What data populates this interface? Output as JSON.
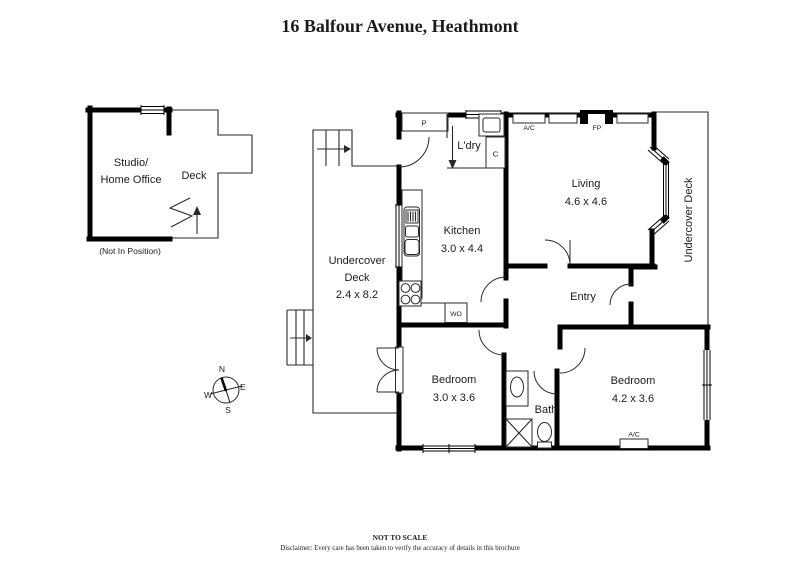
{
  "title": "16 Balfour Avenue, Heathmont",
  "studio": {
    "line1": "Studio/",
    "line2": "Home Office",
    "deck": "Deck",
    "note": "(Not In Position)"
  },
  "compass": {
    "n": "N",
    "e": "E",
    "w": "W",
    "s": "S"
  },
  "rooms": {
    "deck_west": {
      "line1": "Undercover",
      "line2": "Deck",
      "dims": "2.4 x 8.2"
    },
    "deck_east": {
      "label": "Undercover Deck"
    },
    "kitchen": {
      "label": "Kitchen",
      "dims": "3.0 x 4.4"
    },
    "laundry": {
      "label": "L'dry"
    },
    "living": {
      "label": "Living",
      "dims": "4.6 x 4.6"
    },
    "entry": {
      "label": "Entry"
    },
    "bedroom1": {
      "label": "Bedroom",
      "dims": "3.0 x 3.6"
    },
    "bedroom2": {
      "label": "Bedroom",
      "dims": "4.2 x 3.6"
    },
    "bath": {
      "label": "Bath"
    }
  },
  "fixtures": {
    "pantry": "P",
    "closet": "C",
    "wall_oven": "WO",
    "ac_living": "A/C",
    "ac_bedroom": "A/C",
    "fireplace": "FP"
  },
  "footer": {
    "scale_note": "NOT TO SCALE",
    "disclaimer": "Disclaimer: Every care has been taken to verify the accuracy of details in this brochure"
  }
}
